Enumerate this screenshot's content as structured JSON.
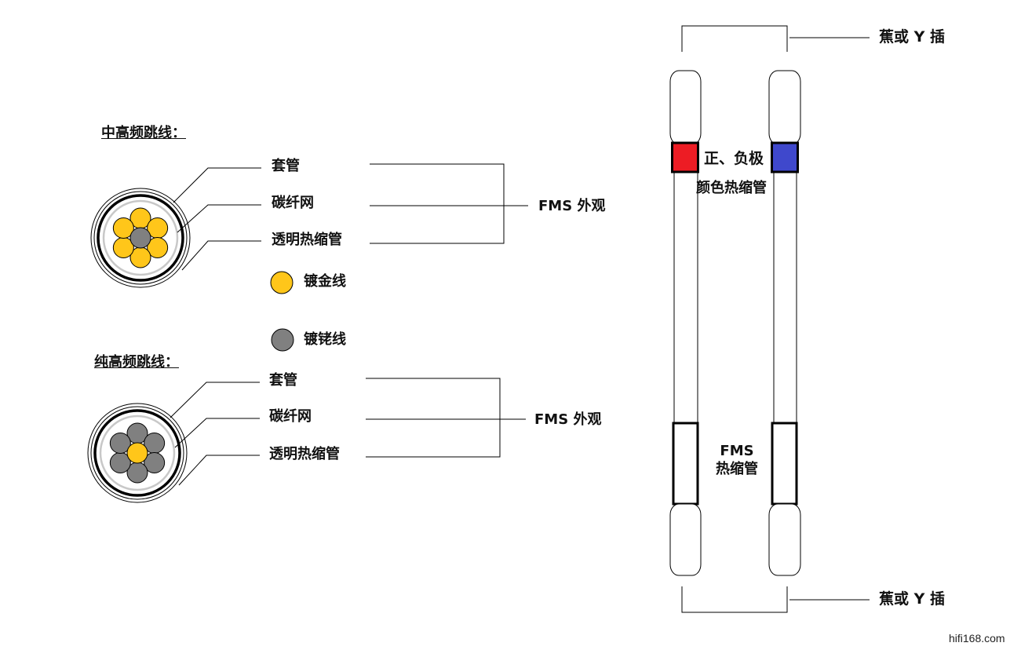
{
  "colors": {
    "gold_wire": "#FFC61A",
    "silver_wire": "#808080",
    "carbon_mesh": "#C8C8C8",
    "positive": "#ED1C24",
    "negative": "#3F48CC",
    "line": "#000000"
  },
  "mid_high_cable": {
    "title": "中高频跳线：",
    "layers": [
      "套管",
      "碳纤网",
      "透明热缩管"
    ],
    "bracket_label": "FMS 外观",
    "core": "silver",
    "strands": "gold",
    "strand_count": 6
  },
  "high_cable": {
    "title": "纯高频跳线：",
    "layers": [
      "套管",
      "碳纤网",
      "透明热缩管"
    ],
    "bracket_label": "FMS 外观",
    "core": "gold",
    "strands": "silver",
    "strand_count": 6
  },
  "legend": [
    {
      "icon": "gold-wire-dot",
      "label": "镀金线"
    },
    {
      "icon": "silver-wire-dot",
      "label": "镀铑线"
    }
  ],
  "cable_view": {
    "top_connector_label": "蕉或 Y 插",
    "bottom_connector_label": "蕉或 Y 插",
    "polarity_label_line1": "正、负极",
    "polarity_label_line2": "颜色热缩管",
    "fms_label_line1": "FMS",
    "fms_label_line2": "热缩管"
  },
  "watermark": "hifi168.com"
}
